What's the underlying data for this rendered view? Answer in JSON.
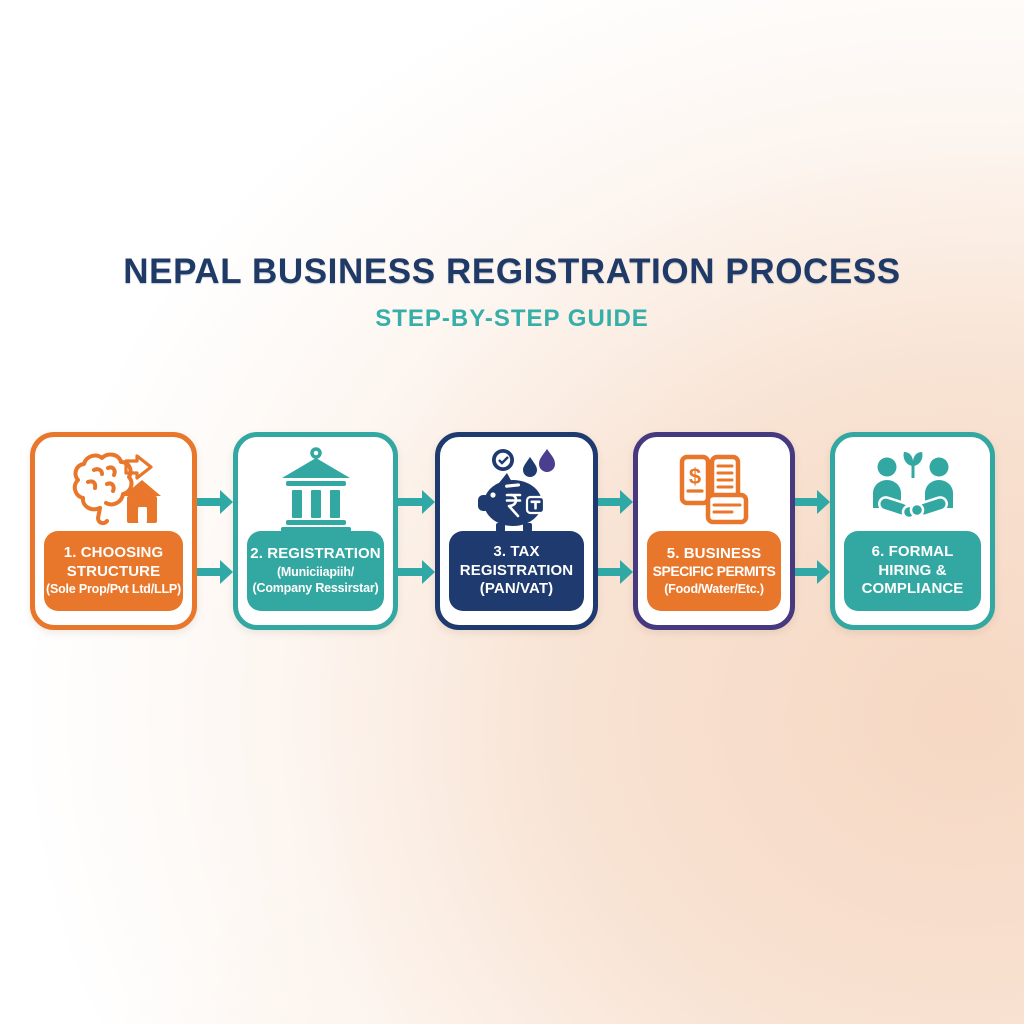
{
  "background": {
    "top_left": "#FFFFFF",
    "bottom_right": "#F6D8C3"
  },
  "header": {
    "title": "NEPAL BUSINESS REGISTRATION PROCESS",
    "subtitle": "STEP-BY-STEP GUIDE",
    "title_color": "#1F3A66",
    "subtitle_color": "#35AFA8"
  },
  "flow": {
    "arrow_color": "#2FA8A6",
    "steps": [
      {
        "name": "choosing-structure",
        "icon": "brain-decision-house-icon",
        "border_color": "#E8772B",
        "label_color": "#E8772B",
        "rows": [
          {
            "text": "1. CHOOSING"
          },
          {
            "text": "STRUCTURE"
          },
          {
            "text": "(Sole Prop/Pvt Ltd/LLP)",
            "small": true
          }
        ]
      },
      {
        "name": "registration",
        "icon": "bank-building-icon",
        "border_color": "#33A7A1",
        "label_color": "#33A7A1",
        "rows": [
          {
            "text": "2. REGISTRATION"
          },
          {
            "text": "(Municiiapiih/",
            "small": true
          },
          {
            "text": "(Company Ressirstar)",
            "small": true
          }
        ]
      },
      {
        "name": "tax-registration",
        "icon": "piggy-bank-tax-icon",
        "border_color": "#1E3A6E",
        "label_color": "#1E3A6E",
        "rows": [
          {
            "text": "3. TAX"
          },
          {
            "text": "REGISTRATION"
          },
          {
            "text": "(PAN/VAT)"
          }
        ]
      },
      {
        "name": "business-specific-permits",
        "icon": "permit-documents-icon",
        "border_color": "#463980",
        "label_color": "#E8772B",
        "rows": [
          {
            "text": "5. BUSINESS"
          },
          {
            "text": "SPECIFIC PERMITS"
          },
          {
            "text": "(Food/Water/Etc.)",
            "small": true
          }
        ]
      },
      {
        "name": "formal-hiring-compliance",
        "icon": "handshake-people-icon",
        "border_color": "#33A7A1",
        "label_color": "#33A7A1",
        "rows": [
          {
            "text": "6. FORMAL"
          },
          {
            "text": "HIRING &"
          },
          {
            "text": "COMPLIANCE"
          }
        ]
      }
    ]
  }
}
